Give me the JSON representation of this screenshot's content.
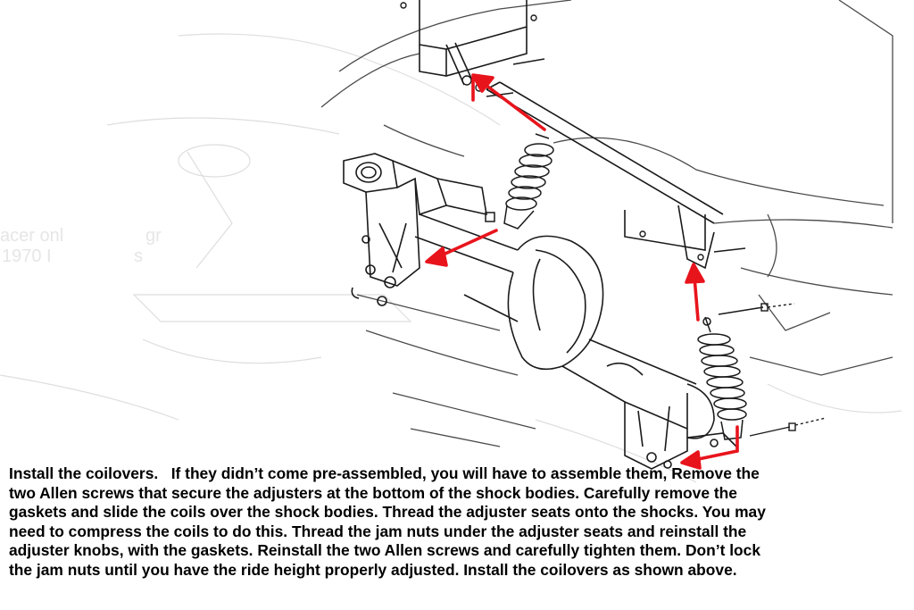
{
  "instructions": {
    "lines": [
      "Install the coilovers.   If they didn’t come pre-assembled, you will have to assemble them, Remove the",
      "two Allen screws that secure the adjusters at the bottom of the shock bodies. Carefully remove the",
      "gaskets and slide the coils over the shock bodies. Thread the adjuster seats onto the shocks. You may",
      "need to compress the coils to do this. Thread the jam nuts under the adjuster seats and reinstall the",
      "adjuster knobs, with the gaskets. Reinstall the two Allen screws and carefully tighten them. Don’t lock",
      "the jam nuts until you have the ride height properly adjusted. Install the coilovers as shown above."
    ]
  },
  "background_text": {
    "line1": "acer onl",
    "line2": "1970 I",
    "line3": "gr",
    "line4": "s"
  },
  "colors": {
    "arrow": "#e8141c",
    "line_art": "#1a1a1a",
    "faint_art": "#d9d9d9"
  }
}
